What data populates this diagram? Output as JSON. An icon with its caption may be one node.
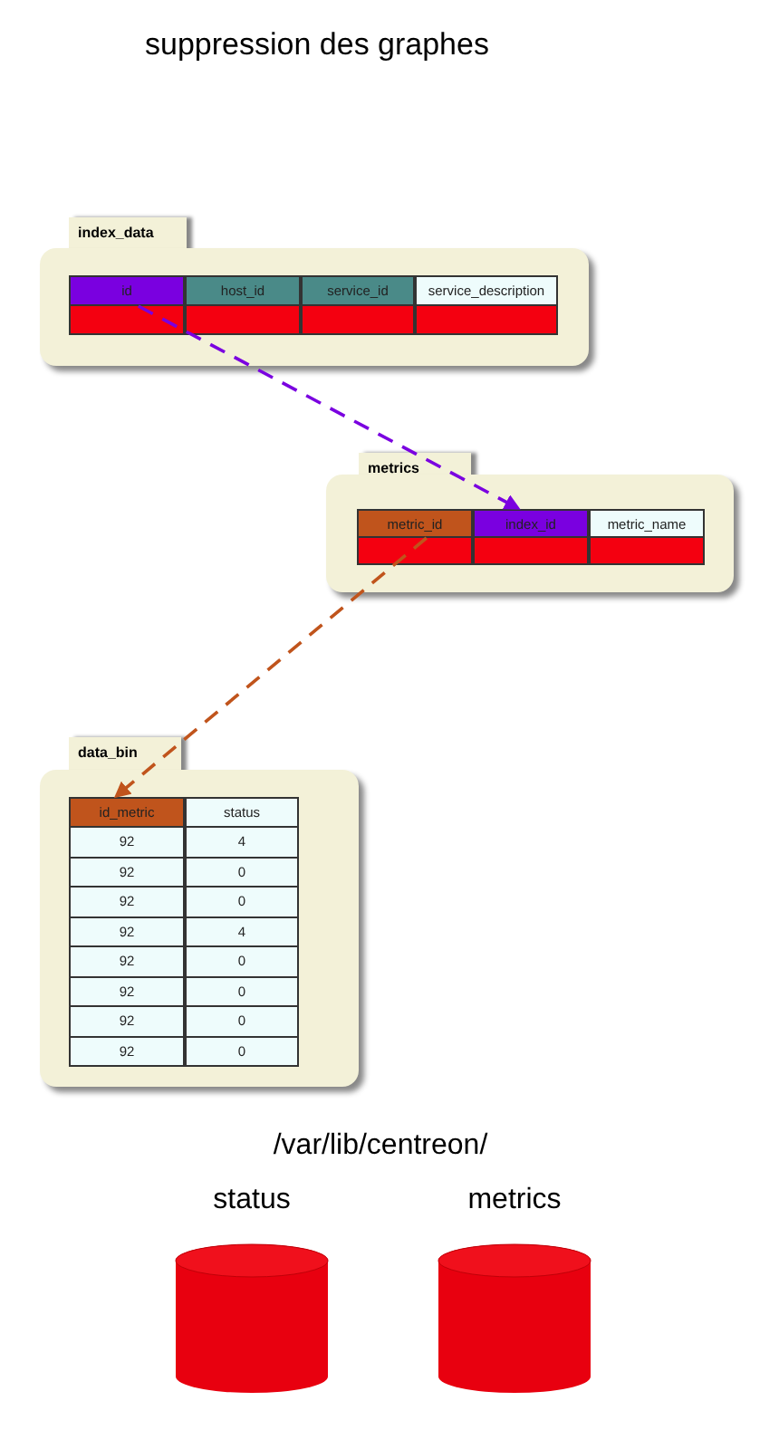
{
  "diagram": {
    "title": "suppression des graphes",
    "nodes": [
      {
        "text": [
          "index_data"
        ]
      },
      {
        "text": [
          "id"
        ],
        "in": 0
      },
      {
        "text": [
          "host_id"
        ],
        "in": 0
      },
      {
        "text": [
          "service_id"
        ],
        "in": 0
      },
      {
        "text": [
          "service_description"
        ],
        "in": 0
      },
      {
        "text": [
          "metrics"
        ]
      },
      {
        "text": [
          "metric_id"
        ],
        "in": 5
      },
      {
        "text": [
          "index_id"
        ],
        "in": 5
      },
      {
        "text": [
          "metric_name"
        ],
        "in": 5
      },
      {
        "text": [
          "data_bin"
        ]
      },
      {
        "text": [
          "id_metric"
        ],
        "in": 9
      },
      {
        "text": [
          "status"
        ],
        "in": 9
      },
      {
        "text": [
          "status"
        ]
      },
      {
        "text": [
          "metrics"
        ]
      }
    ],
    "edges": [
      {
        "from": 1,
        "to": 7,
        "arrow": "to",
        "style": "dashed",
        "color": "#7a00e0"
      },
      {
        "from": 6,
        "to": 10,
        "arrow": "to",
        "style": "dashed",
        "color": "#c0541c"
      }
    ],
    "labels": [
      "92",
      "4",
      "92",
      "0",
      "92",
      "0",
      "92",
      "4",
      "92",
      "0",
      "92",
      "0",
      "92",
      "0",
      "92",
      "0",
      "/var/lib/centreon/"
    ]
  }
}
